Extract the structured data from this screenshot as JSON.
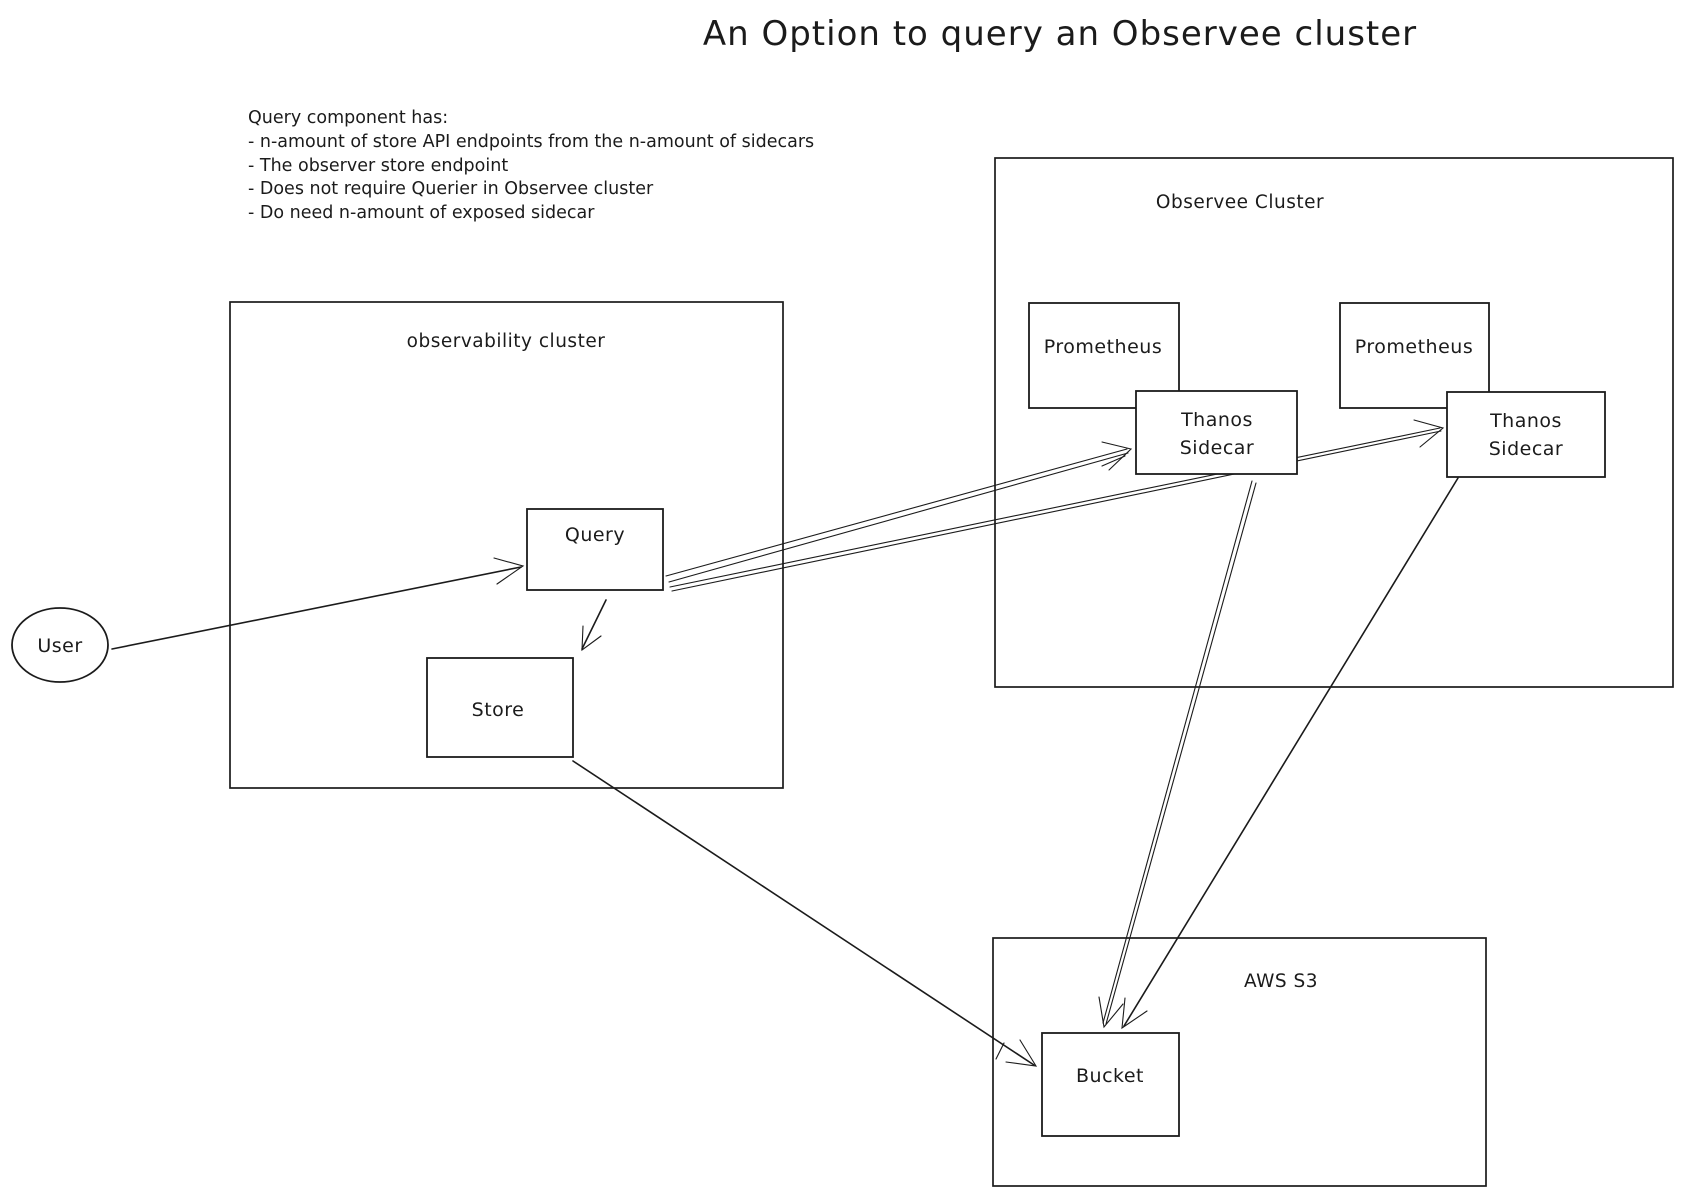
{
  "title": "An Option to query an Observee cluster",
  "notes": {
    "heading": "Query component has:",
    "items": [
      "- n-amount of store API endpoints from the n-amount of sidecars",
      "- The observer store endpoint",
      "- Does not require Querier in Observee cluster",
      "- Do need n-amount of exposed sidecar"
    ]
  },
  "actors": {
    "user": "User"
  },
  "clusters": {
    "observability": "observability cluster",
    "observee": "Observee Cluster",
    "aws_s3": "AWS S3"
  },
  "components": {
    "query": "Query",
    "store": "Store",
    "prometheus_1": "Prometheus",
    "prometheus_2": "Prometheus",
    "thanos_sidecar_1": {
      "line1": "Thanos",
      "line2": "Sidecar"
    },
    "thanos_sidecar_2": {
      "line1": "Thanos",
      "line2": "Sidecar"
    },
    "bucket": "Bucket"
  },
  "edges": [
    {
      "from": "User",
      "to": "Query"
    },
    {
      "from": "Query",
      "to": "Store"
    },
    {
      "from": "Query",
      "to": "Thanos Sidecar (left)"
    },
    {
      "from": "Query",
      "to": "Thanos Sidecar (right)"
    },
    {
      "from": "Store",
      "to": "Bucket"
    },
    {
      "from": "Thanos Sidecar (left)",
      "to": "Bucket"
    },
    {
      "from": "Thanos Sidecar (right)",
      "to": "Bucket"
    }
  ],
  "colors": {
    "stroke": "#1b1b1b",
    "background": "#ffffff"
  }
}
